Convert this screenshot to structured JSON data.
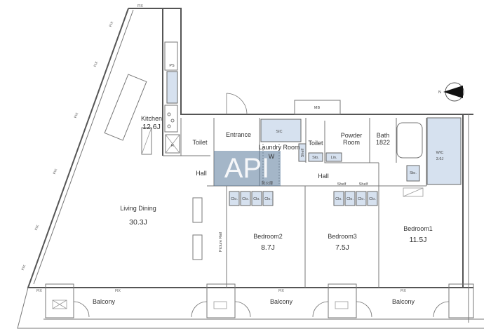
{
  "watermark": "API",
  "compass": {
    "north_label": "N"
  },
  "rooms": {
    "kitchen": {
      "name": "Kitchen",
      "size": "12.6J"
    },
    "ps": "PS",
    "r": "R",
    "toilet1": "Toilet",
    "entrance": "Entrance",
    "sic": "SIC",
    "laundry": "Laundry Room",
    "w": "W",
    "laundry_shelf": "Shelf",
    "hall1": "Hall",
    "fire_door": "防火扉",
    "mb": "MB",
    "toilet2": "Toilet",
    "powder": {
      "line1": "Powder",
      "line2": "Room"
    },
    "sto1": "Sto.",
    "lin": "Lin.",
    "bath": {
      "name": "Bath",
      "size": "1822"
    },
    "wic": {
      "name": "WIC",
      "size": "3.6J"
    },
    "sto2": "Sto.",
    "hall2": "Hall",
    "shelves": [
      "Shelf",
      "Shelf"
    ],
    "closets": [
      "Clo.",
      "Clo.",
      "Clo.",
      "Clo.",
      "Clo.",
      "Clo.",
      "Clo.",
      "Clo."
    ],
    "living": {
      "name": "Living Dining",
      "size": "30.3J"
    },
    "picture_rail": "Picture Rail",
    "bedroom2": {
      "name": "Bedroom2",
      "size": "8.7J"
    },
    "bedroom3": {
      "name": "Bedroom3",
      "size": "7.5J"
    },
    "bedroom1": {
      "name": "Bedroom1",
      "size": "11.5J"
    },
    "balconies": [
      "Balcony",
      "Balcony",
      "Balcony"
    ]
  },
  "fix_labels": [
    "FIX",
    "FIX",
    "FIX",
    "FIX",
    "FIX",
    "FIX",
    "FIX",
    "FIX",
    "FIX",
    "FIX",
    "FIX"
  ]
}
